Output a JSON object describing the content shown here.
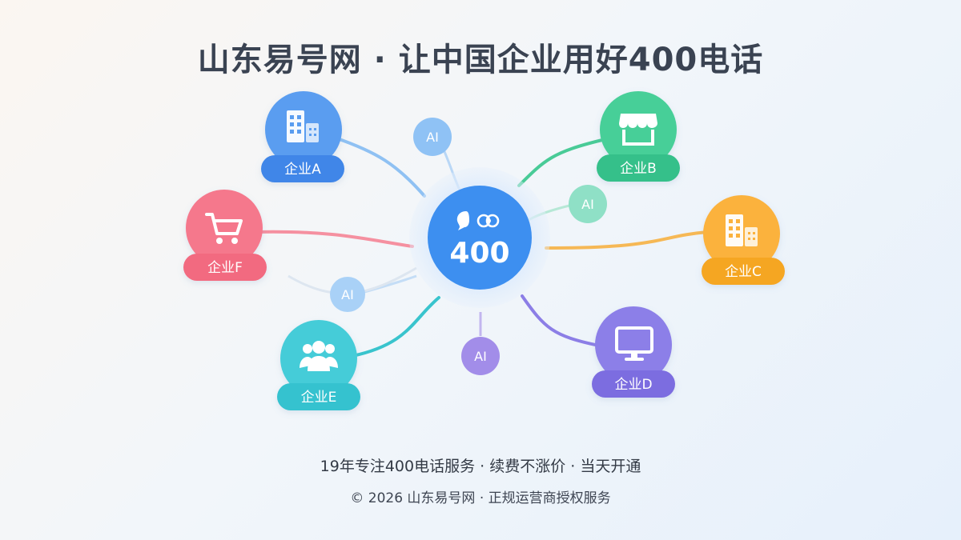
{
  "title": "山东易号网 · 让中国企业用好400电话",
  "hub": {
    "label": "400",
    "color": "#3d8ff0"
  },
  "nodes": [
    {
      "id": "a",
      "label": "企业A",
      "icon": "office-building-icon",
      "color": "#4f95ee"
    },
    {
      "id": "b",
      "label": "企业B",
      "icon": "storefront-icon",
      "color": "#3ccb92"
    },
    {
      "id": "c",
      "label": "企业C",
      "icon": "office-building-icon",
      "color": "#f7ab2f"
    },
    {
      "id": "d",
      "label": "企业D",
      "icon": "monitor-icon",
      "color": "#8577e4"
    },
    {
      "id": "e",
      "label": "企业E",
      "icon": "user-group-icon",
      "color": "#3dcad6"
    },
    {
      "id": "f",
      "label": "企业F",
      "icon": "shopping-cart-icon",
      "color": "#f46f85"
    }
  ],
  "ai_badges": [
    {
      "label": "AI",
      "color": "#8fc2f5"
    },
    {
      "label": "AI",
      "color": "#8fe0c6"
    },
    {
      "label": "AI",
      "color": "#a9d1f7"
    },
    {
      "label": "AI",
      "color": "#a28de9"
    }
  ],
  "footer": {
    "line1": "19年专注400电话服务 · 续费不涨价 · 当天开通",
    "line2": "© 2026 山东易号网 · 正规运营商授权服务"
  }
}
